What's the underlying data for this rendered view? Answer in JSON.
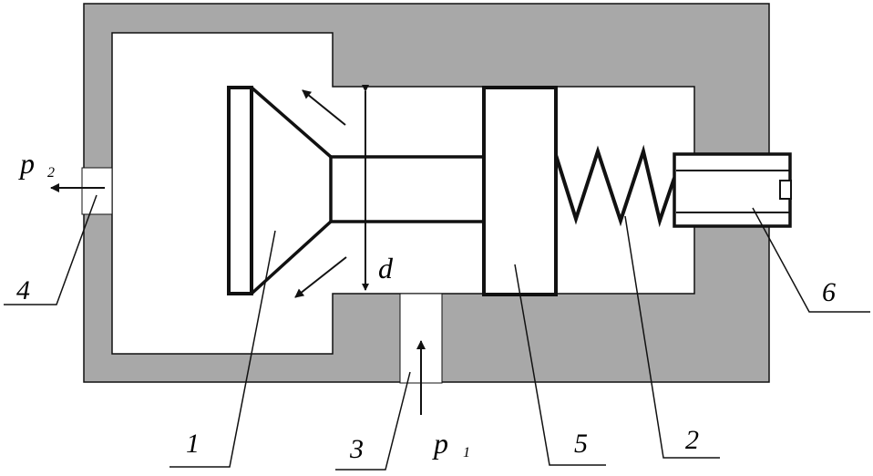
{
  "labels": {
    "part_1": "1",
    "part_2": "2",
    "part_3": "3",
    "part_4": "4",
    "part_5": "5",
    "part_6": "6",
    "outlet_pressure": "p",
    "outlet_pressure_sub": "2",
    "inlet_pressure": "p",
    "inlet_pressure_sub": "1",
    "diameter": "d"
  },
  "colors": {
    "housing": "#a8a8a8",
    "stroke": "#111111",
    "cavity": "#ffffff"
  }
}
